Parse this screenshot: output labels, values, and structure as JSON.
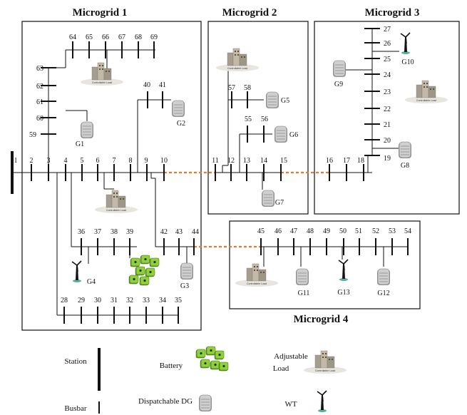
{
  "titles": {
    "mg1": "Microgrid 1",
    "mg2": "Microgrid 2",
    "mg3": "Microgrid 3",
    "mg4": "Microgrid 4"
  },
  "buses": {
    "b1": "1",
    "b2": "2",
    "b3": "3",
    "b4": "4",
    "b5": "5",
    "b6": "6",
    "b7": "7",
    "b8": "8",
    "b9": "9",
    "b10": "10",
    "b11": "11",
    "b12": "12",
    "b13": "13",
    "b14": "14",
    "b15": "15",
    "b16": "16",
    "b17": "17",
    "b18": "18",
    "b19": "19",
    "b20": "20",
    "b21": "21",
    "b22": "22",
    "b23": "23",
    "b24": "24",
    "b25": "25",
    "b26": "26",
    "b27": "27",
    "b28": "28",
    "b29": "29",
    "b30": "30",
    "b31": "31",
    "b32": "32",
    "b33": "33",
    "b34": "34",
    "b35": "35",
    "b36": "36",
    "b37": "37",
    "b38": "38",
    "b39": "39",
    "b40": "40",
    "b41": "41",
    "b42": "42",
    "b43": "43",
    "b44": "44",
    "b45": "45",
    "b46": "46",
    "b47": "47",
    "b48": "48",
    "b49": "49",
    "b50": "50",
    "b51": "51",
    "b52": "52",
    "b53": "53",
    "b54": "54",
    "b55": "55",
    "b56": "56",
    "b57": "57",
    "b58": "58",
    "b59": "59",
    "b60": "60",
    "b61": "61",
    "b62": "62",
    "b63": "63",
    "b64": "64",
    "b65": "65",
    "b66": "66",
    "b67": "67",
    "b68": "68",
    "b69": "69"
  },
  "generators": {
    "g1": "G1",
    "g2": "G2",
    "g3": "G3",
    "g4": "G4",
    "g5": "G5",
    "g6": "G6",
    "g7": "G7",
    "g8": "G8",
    "g9": "G9",
    "g10": "G10",
    "g11": "G11",
    "g12": "G12",
    "g13": "G13"
  },
  "load_label": "Controllable Load",
  "legend": {
    "station": "Station",
    "busbar": "Busbar",
    "battery": "Battery",
    "dispatchable": "Dispatchable DG",
    "adjustable_1": "Adjustable",
    "adjustable_2": "Load",
    "wt": "WT"
  },
  "colors": {
    "line": "#111111",
    "tie_line": "#e8782a",
    "battery": "#8fd13a",
    "dg_body": "#b5b5b5",
    "load_pad": "#e8e4de"
  }
}
